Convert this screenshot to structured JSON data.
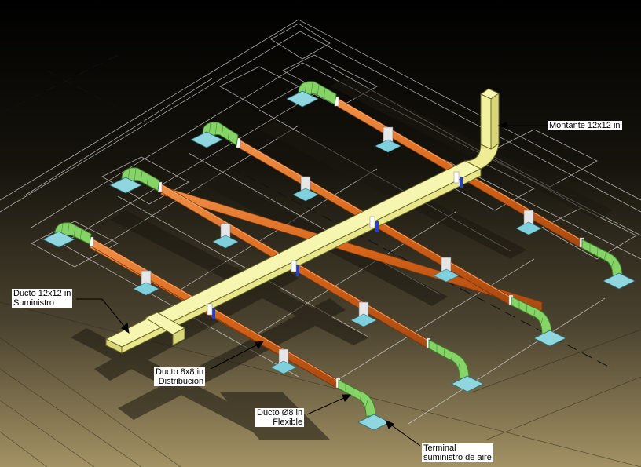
{
  "labels": {
    "montante": "Montante 12x12 in",
    "suministro": [
      "Ducto 12x12 in",
      "Suministro"
    ],
    "distribucion": [
      "Ducto 8x8 in",
      "Distribucion"
    ],
    "flexible": [
      "Ducto Ø8 in",
      "Flexible"
    ],
    "terminal": [
      "Terminal",
      "suministro de aire"
    ]
  },
  "colors": {
    "main_duct": "#f4f39a",
    "branch_duct": "#e0731f",
    "flex_duct": "#7fcf5e",
    "diffuser": "#8fd6df",
    "hanger": "#e8e8e8",
    "coupling": "#2040c0",
    "background_top": "#000000",
    "background_bottom": "#9a8a5a"
  }
}
